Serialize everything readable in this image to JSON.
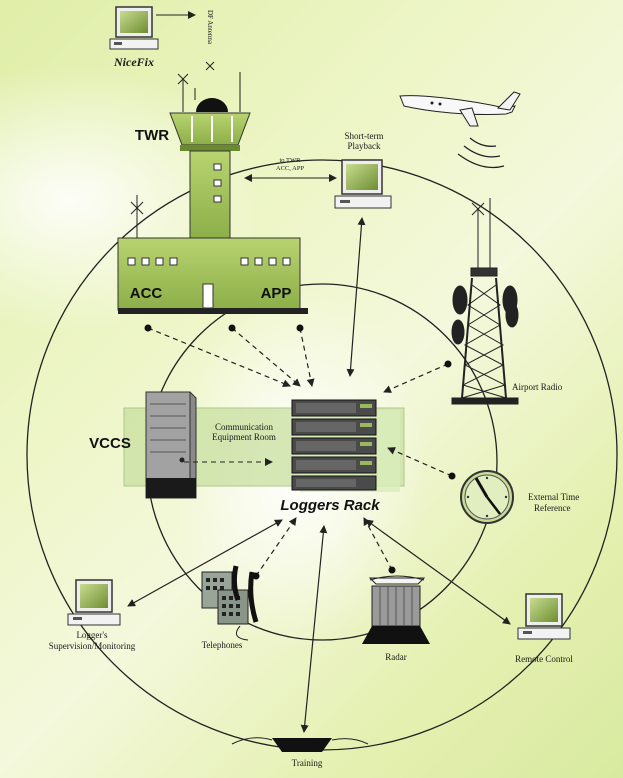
{
  "labels": {
    "nicefix": "NiceFix",
    "df_antenna": "DF Antenna",
    "twr": "TWR",
    "acc": "ACC",
    "app": "APP",
    "to_twr": "to TWR",
    "to_twr2": "ACC, APP",
    "short_term_1": "Short-term",
    "short_term_2": "Playback",
    "vccs": "VCCS",
    "comm_room_1": "Communication",
    "comm_room_2": "Equipment Room",
    "loggers_rack": "Loggers Rack",
    "airport_radio": "Airport Radio",
    "ext_time_1": "External Time",
    "ext_time_2": "Reference",
    "supervision_1": "Logger's",
    "supervision_2": "Supervision/Monitoring",
    "telephones": "Telephones",
    "radar": "Radar",
    "remote_control": "Remote Control",
    "training": "Training"
  },
  "colors": {
    "building": "#a8c860",
    "building_dark": "#5d7a2a",
    "line": "#222222",
    "screen": "#7a9a3a"
  }
}
